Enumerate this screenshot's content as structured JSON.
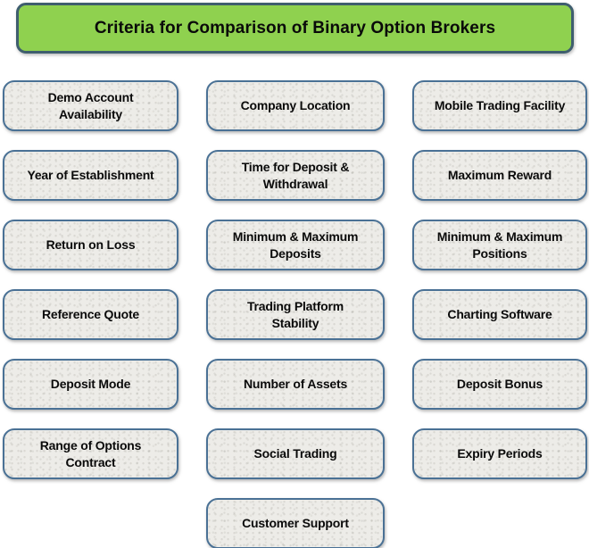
{
  "title": {
    "label": "Criteria for Comparison of Binary Option Brokers"
  },
  "criteria": [
    {
      "label": "Demo Account\nAvailability"
    },
    {
      "label": "Company Location"
    },
    {
      "label": "Mobile Trading Facility"
    },
    {
      "label": "Year of Establishment"
    },
    {
      "label": "Time for Deposit &\nWithdrawal"
    },
    {
      "label": "Maximum Reward"
    },
    {
      "label": "Return on Loss"
    },
    {
      "label": "Minimum & Maximum\nDeposits"
    },
    {
      "label": "Minimum & Maximum\nPositions"
    },
    {
      "label": "Reference Quote"
    },
    {
      "label": "Trading Platform\nStability"
    },
    {
      "label": "Charting Software"
    },
    {
      "label": "Deposit Mode"
    },
    {
      "label": "Number of Assets"
    },
    {
      "label": "Deposit Bonus"
    },
    {
      "label": "Range of Options\nContract"
    },
    {
      "label": "Social Trading"
    },
    {
      "label": "Expiry Periods"
    },
    {
      "label": "Customer Support"
    }
  ],
  "colors": {
    "title_fill": "#8FD14F",
    "title_border": "#3F5E6E",
    "box_fill": "#EDECE8",
    "box_border": "#4A7195",
    "text": "#0A0A0A",
    "page_background": "#FFFFFF"
  }
}
